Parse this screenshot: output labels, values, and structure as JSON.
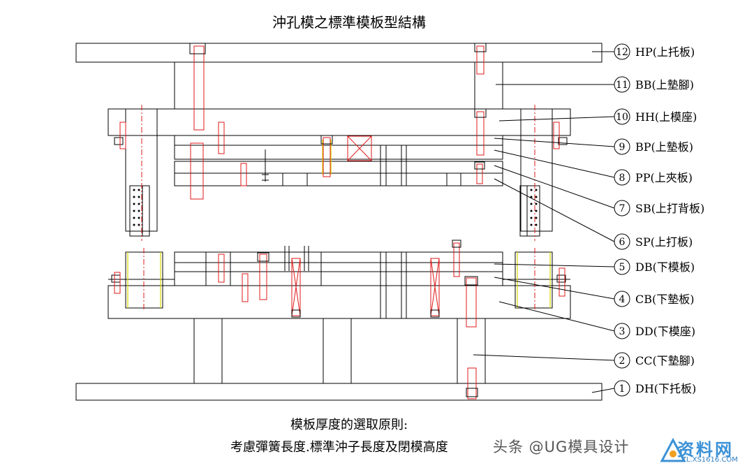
{
  "title": "沖孔模之標準模板型結構",
  "caption_line1": "模板厚度的選取原則:",
  "caption_line2": "考慮彈簧長度.標準沖子長度及閉模高度",
  "watermark": "头条 @UG模具设计",
  "logo": {
    "text": "资料网",
    "url": "ZL.XS1616.COM"
  },
  "colors": {
    "line": "#000000",
    "bolt": "#e01818",
    "center": "#e01818",
    "spring": "#d8d800"
  },
  "plates": [
    {
      "num": "12",
      "label": "HP(上托板)"
    },
    {
      "num": "11",
      "label": "BB(上墊腳)"
    },
    {
      "num": "10",
      "label": "HH(上模座)"
    },
    {
      "num": "9",
      "label": "BP(上墊板)"
    },
    {
      "num": "8",
      "label": "PP(上夾板)"
    },
    {
      "num": "7",
      "label": "SB(上打背板)"
    },
    {
      "num": "6",
      "label": "SP(上打板)"
    },
    {
      "num": "5",
      "label": "DB(下模板)"
    },
    {
      "num": "4",
      "label": "CB(下墊板)"
    },
    {
      "num": "3",
      "label": "DD(下模座)"
    },
    {
      "num": "2",
      "label": "CC(下墊腳)"
    },
    {
      "num": "1",
      "label": "DH(下托板)"
    }
  ]
}
